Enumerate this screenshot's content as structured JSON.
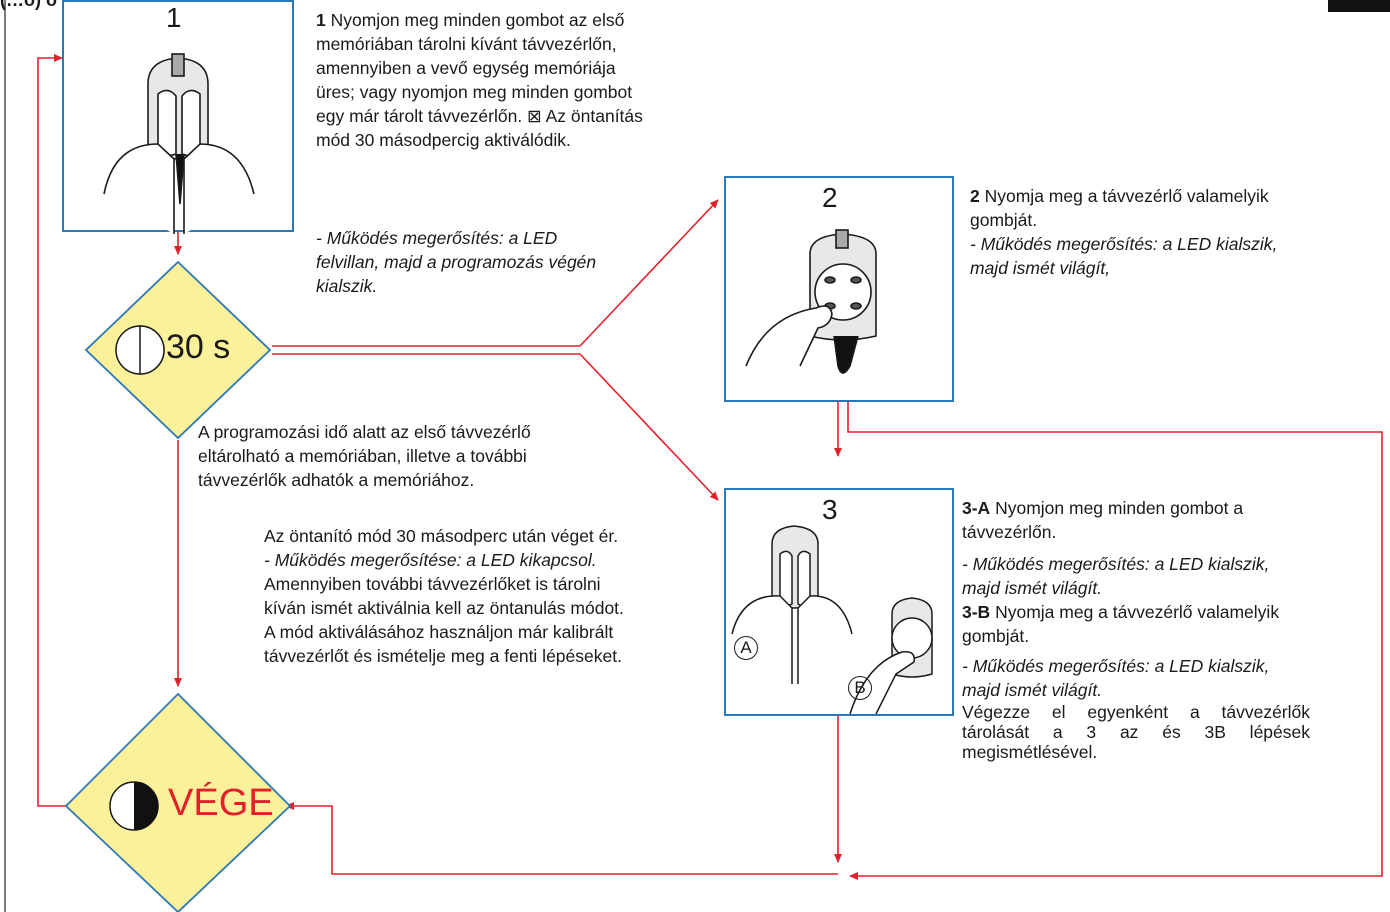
{
  "header": {
    "title_partial": "(…ó) ó …a a   g  y   "
  },
  "colors": {
    "arrow": "#e2202b",
    "box_border": "#2b78b5",
    "diamond_fill": "#fbf19a",
    "end_text": "#e2202b"
  },
  "steps": {
    "step1": {
      "number": "1",
      "bold": "1",
      "text_lines": [
        "Nyomjon meg minden gombot az első",
        "memóriában tárolni kívánt távvezérlőn,",
        "amennyiben a vevő egység memóriája",
        "üres;  vagy nyomjon meg minden gombot",
        "egy már tárolt távvezérlőn. ⊠ Az öntanítás",
        "mód 30 másodpercig aktiválódik."
      ],
      "confirm_lines": [
        "- Működés megerősítés:  a LED",
        "felvillan, majd a programozás végén",
        "kialszik."
      ]
    },
    "step2": {
      "number": "2",
      "bold": "2",
      "text_lines": [
        "Nyomja meg a távvezérlő valamelyik",
        "gombját."
      ],
      "confirm_lines": [
        "- Működés megerősítés: a LED kialszik,",
        "majd ismét világít,"
      ]
    },
    "step3": {
      "number": "3",
      "a_bold": "3-A",
      "a_text_lines": [
        "Nyomjon meg minden gombot a",
        "távvezérlőn."
      ],
      "a_confirm_lines": [
        "- Működés megerősítés: a LED kialszik,",
        "majd ismét világít."
      ],
      "b_bold": "3-B",
      "b_text_lines": [
        "Nyomja meg a távvezérlő valamelyik",
        "gombját."
      ],
      "b_confirm_lines": [
        "- Működés megerősítés: a LED kialszik,",
        "majd ismét világít."
      ],
      "repeat_lines": [
        "Végezze el egyenként a távvezérlők",
        "tárolását a 3 az és 3B lépések",
        "megismétlésével."
      ],
      "label_a": "A",
      "label_b": "B"
    }
  },
  "timer": {
    "label": "30 s"
  },
  "end": {
    "label": "VÉGE"
  },
  "programming_note_lines": [
    "A programozási idő alatt az első távvezérlő",
    "eltárolható a memóriában, illetve a további",
    "távvezérlők adhatók a memóriához."
  ],
  "end_note": {
    "line1": "Az öntanító mód 30 másodperc után véget ér.",
    "confirm": "- Működés megerősítése: a LED  kikapcsol.",
    "lines": [
      "Amennyiben további távvezérlőket is tárolni",
      "kíván ismét aktiválnia kell az öntanulás módot.",
      "A mód aktiválásához használjon már kalibrált",
      "távvezérlőt és ismételje meg a fenti lépéseket."
    ]
  }
}
